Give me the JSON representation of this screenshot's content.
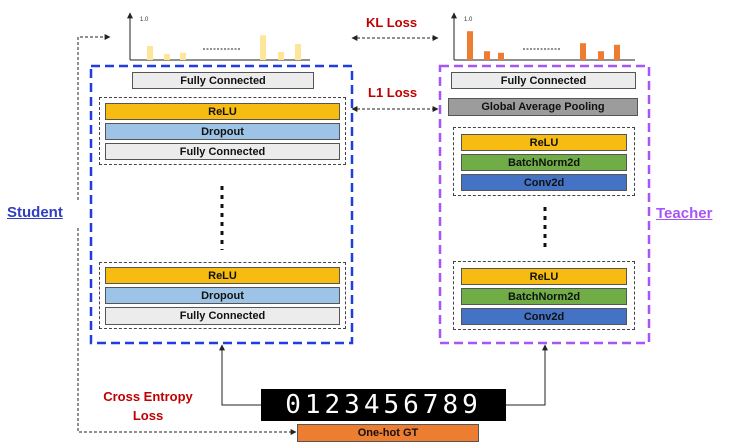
{
  "losses": {
    "kl": "KL Loss",
    "l1": "L1 Loss",
    "ce_line1": "Cross Entropy",
    "ce_line2": "Loss"
  },
  "roles": {
    "student": "Student",
    "teacher": "Teacher"
  },
  "student": {
    "top": "Fully Connected",
    "blocks": [
      {
        "relu": "ReLU",
        "dropout": "Dropout",
        "fc": "Fully Connected"
      },
      {
        "relu": "ReLU",
        "dropout": "Dropout",
        "fc": "Fully Connected"
      }
    ],
    "dist_tick": "1.0",
    "dist_values": [
      0.35,
      0.15,
      0.18,
      0.62,
      0.2,
      0.4
    ],
    "dist_color": "#fde69a"
  },
  "teacher": {
    "top": "Fully Connected",
    "gap": "Global Average Pooling",
    "blocks": [
      {
        "relu": "ReLU",
        "bn": "BatchNorm2d",
        "conv": "Conv2d"
      },
      {
        "relu": "ReLU",
        "bn": "BatchNorm2d",
        "conv": "Conv2d"
      }
    ],
    "dist_tick": "1.0",
    "dist_values": [
      0.72,
      0.22,
      0.18,
      0.42,
      0.22,
      0.38
    ],
    "dist_color": "#ed7d31"
  },
  "input_digits": "0123456789",
  "onehot": "One-hot GT",
  "colors": {
    "student_border": "#1f3de0",
    "teacher_border": "#a855f7",
    "loss_red": "#c00000"
  }
}
